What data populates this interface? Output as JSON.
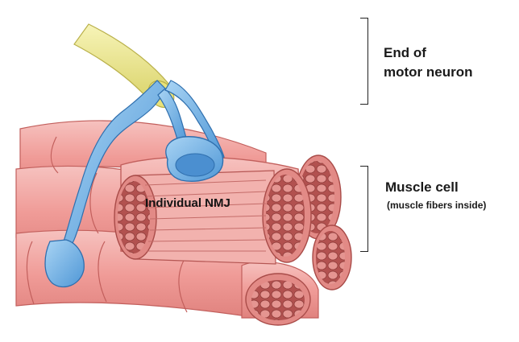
{
  "labels": {
    "neuron_line1": "End of",
    "neuron_line2": "motor neuron",
    "muscle_title": "Muscle cell",
    "muscle_sub": "(muscle fibers inside)",
    "nmj": "Individual NMJ"
  },
  "colors": {
    "muscle_fill": "#f2a3a0",
    "muscle_edge": "#c25f5c",
    "muscle_inner": "#d77f7b",
    "neuron_blue": "#74b3e6",
    "neuron_blue_dark": "#3b83c4",
    "axon_yellow": "#efe98a"
  }
}
